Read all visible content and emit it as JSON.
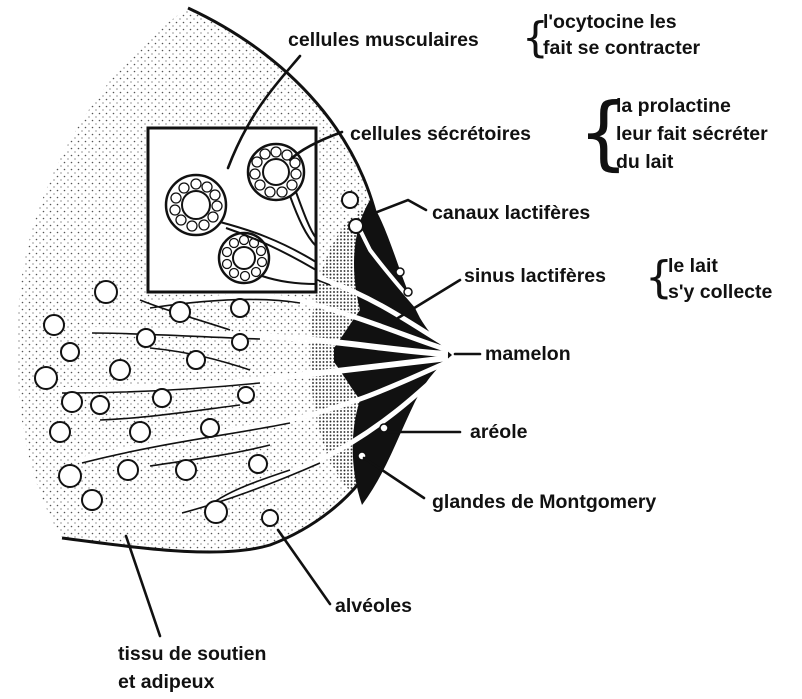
{
  "labels": {
    "cellules_musculaires": "cellules musculaires",
    "ocytocine_line1": "l'ocytocine les",
    "ocytocine_line2": "fait se contracter",
    "cellules_secretoires": "cellules sécrétoires",
    "prolactine_line1": "la prolactine",
    "prolactine_line2": "leur fait sécréter",
    "prolactine_line3": "du lait",
    "canaux_lactiferes": "canaux lactifères",
    "sinus_lactiferes": "sinus lactifères",
    "lait_line1": "le lait",
    "lait_line2": "s'y collecte",
    "mamelon": "mamelon",
    "areole": "aréole",
    "glandes_montgomery": "glandes de Montgomery",
    "alveoles": "alvéoles",
    "tissu_line1": "tissu de soutien",
    "tissu_line2": "et adipeux"
  },
  "colors": {
    "ink": "#111111",
    "paper": "#ffffff",
    "stipple": "#555555"
  }
}
